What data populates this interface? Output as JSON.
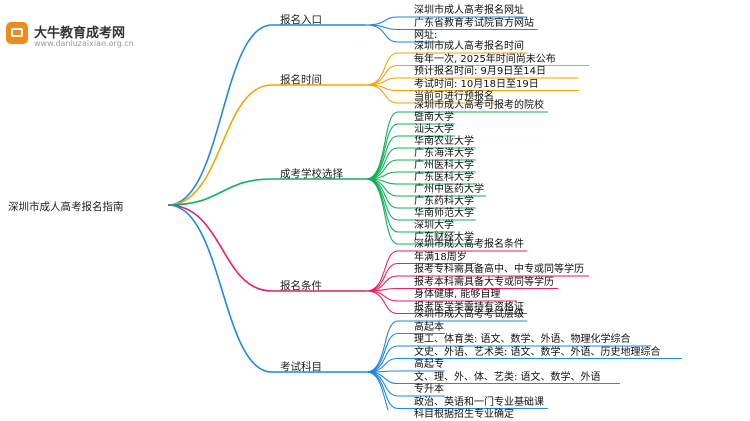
{
  "logo": {
    "title": "大牛教育成考网",
    "url": "www.daniuzaixian.org.cn"
  },
  "root": "深圳市成人高考报名指南",
  "branches": [
    {
      "label": "报名入口",
      "color": "#1e88e5",
      "leaves": [
        "深圳市成人高考报名网址",
        "广东省教育考试院官方网站",
        "网址:"
      ]
    },
    {
      "label": "报名时间",
      "color": "#f0a500",
      "leaves": [
        "深圳市成人高考报名时间",
        "每年一次, 2025年时间尚未公布",
        "预计报名时间: 9月9日至14日",
        "考试时间: 10月18日至19日",
        "当前可进行预报名"
      ]
    },
    {
      "label": "成考学校选择",
      "color": "#12b05a",
      "leaves": [
        "深圳市成人高考可报考的院校",
        "暨南大学",
        "汕头大学",
        "华南农业大学",
        "广东海洋大学",
        "广州医科大学",
        "广东医科大学",
        "广州中医药大学",
        "广东药科大学",
        "华南师范大学",
        "深圳大学",
        "广东财经大学"
      ]
    },
    {
      "label": "报名条件",
      "color": "#e91e63",
      "leaves": [
        "深圳市成人高考报名条件",
        "年满18周岁",
        "报考专科需具备高中、中专或同等学历",
        "报考本科需具备大专或同等学历",
        "身体健康, 能够自理",
        "报考医学类需持有资格证"
      ]
    },
    {
      "label": "考试科目",
      "color": "#1e88e5",
      "leaves": [
        "深圳市成人高考考试层级",
        "高起本",
        "理工、体育类: 语文、数学、外语、物理化学综合",
        "文史、外语、艺术类: 语文、数学、外语、历史地理综合",
        "高起专",
        "文、理、外、体、艺类: 语文、数学、外语",
        "专升本",
        "政治、英语和一门专业基础课",
        "科目根据招生专业确定"
      ]
    }
  ]
}
